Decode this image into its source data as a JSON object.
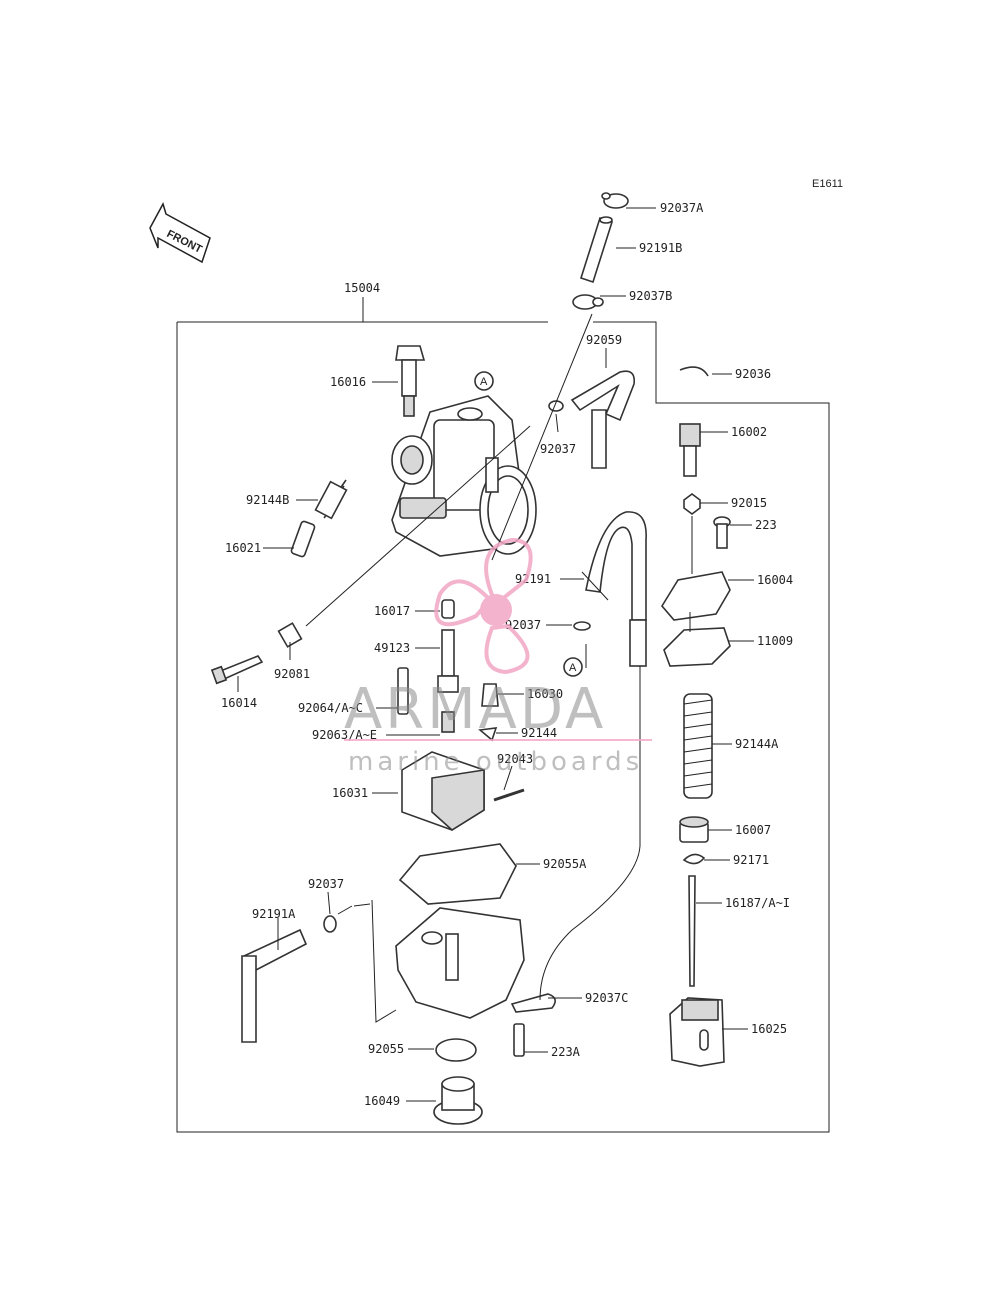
{
  "diagram": {
    "ref_code": "E1611",
    "front_label": "FRONT",
    "assembly_label": "15004",
    "callouts": [
      {
        "id": "c1",
        "text": "92037A"
      },
      {
        "id": "c2",
        "text": "92191B"
      },
      {
        "id": "c3",
        "text": "92037B"
      },
      {
        "id": "c4",
        "text": "92059"
      },
      {
        "id": "c5",
        "text": "92036"
      },
      {
        "id": "c6",
        "text": "16002"
      },
      {
        "id": "c7",
        "text": "92015"
      },
      {
        "id": "c8",
        "text": "223"
      },
      {
        "id": "c9",
        "text": "16004"
      },
      {
        "id": "c10",
        "text": "11009"
      },
      {
        "id": "c11",
        "text": "92144A"
      },
      {
        "id": "c12",
        "text": "16007"
      },
      {
        "id": "c13",
        "text": "92171"
      },
      {
        "id": "c14",
        "text": "16187/A~I"
      },
      {
        "id": "c15",
        "text": "16025"
      },
      {
        "id": "c16",
        "text": "16016"
      },
      {
        "id": "c17",
        "text": "92037"
      },
      {
        "id": "c18",
        "text": "92144B"
      },
      {
        "id": "c19",
        "text": "16021"
      },
      {
        "id": "c20",
        "text": "92191"
      },
      {
        "id": "c21",
        "text": "16017"
      },
      {
        "id": "c22",
        "text": "92037"
      },
      {
        "id": "c23",
        "text": "49123"
      },
      {
        "id": "c24",
        "text": "92081"
      },
      {
        "id": "c25",
        "text": "16014"
      },
      {
        "id": "c26",
        "text": "92064/A~C"
      },
      {
        "id": "c27",
        "text": "16030"
      },
      {
        "id": "c28",
        "text": "92063/A~E"
      },
      {
        "id": "c29",
        "text": "92144"
      },
      {
        "id": "c30",
        "text": "92043"
      },
      {
        "id": "c31",
        "text": "16031"
      },
      {
        "id": "c32",
        "text": "92055A"
      },
      {
        "id": "c33",
        "text": "92037"
      },
      {
        "id": "c34",
        "text": "92191A"
      },
      {
        "id": "c35",
        "text": "92037C"
      },
      {
        "id": "c36",
        "text": "223A"
      },
      {
        "id": "c37",
        "text": "92055"
      },
      {
        "id": "c38",
        "text": "16049"
      }
    ],
    "reference_marks": [
      "A",
      "A"
    ]
  },
  "watermark": {
    "brand": "ARMADA",
    "tagline": "marine outboards",
    "colors": {
      "pink": "#f2a6c4",
      "pink_dark": "#e27aa6",
      "gray": "#8a8a8a"
    }
  }
}
